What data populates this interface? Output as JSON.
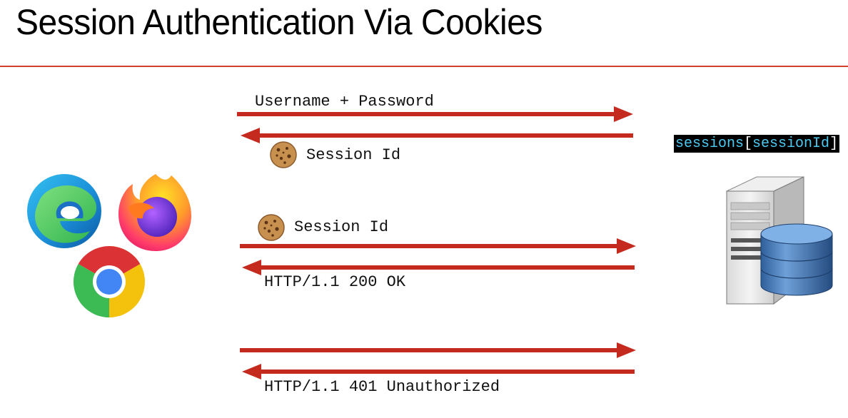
{
  "title": "Session Authentication Via Cookies",
  "colors": {
    "accent_line": "#d0402a",
    "arrow": "#c42a1e",
    "code_bg": "#000000",
    "code_ident": "#4ec9f0"
  },
  "icons": [
    "edge-browser-icon",
    "firefox-browser-icon",
    "chrome-browser-icon",
    "cookie-icon",
    "server-icon",
    "database-icon"
  ],
  "exchanges": [
    {
      "request_label": "Username + Password",
      "response_label": "Session Id"
    },
    {
      "request_label": "Session Id",
      "response_label": "HTTP/1.1 200 OK"
    },
    {
      "request_label": "",
      "response_label": "HTTP/1.1 401 Unauthorized"
    }
  ],
  "server": {
    "code_ident": "sessions",
    "code_open": "[",
    "code_key": "sessionId",
    "code_close": "]"
  }
}
